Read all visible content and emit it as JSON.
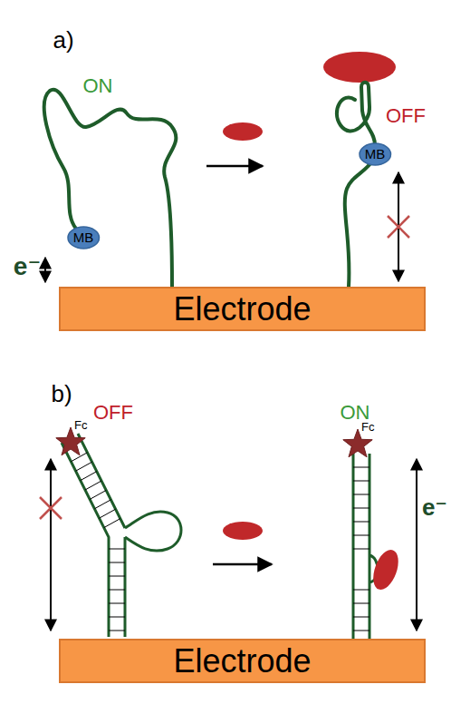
{
  "diagram": {
    "nodes": [
      {
        "text": [
          "MB"
        ]
      },
      {
        "text": [
          "MB"
        ]
      },
      {
        "text": [
          "Electrode"
        ]
      },
      {
        "text": [
          "Fc"
        ]
      },
      {
        "text": [
          "Fc"
        ]
      },
      {
        "text": [
          "Electrode"
        ]
      }
    ],
    "labels": [
      "a)",
      "ON",
      "e⁻",
      "OFF",
      "b)",
      "OFF",
      "ON",
      "e⁻"
    ]
  }
}
